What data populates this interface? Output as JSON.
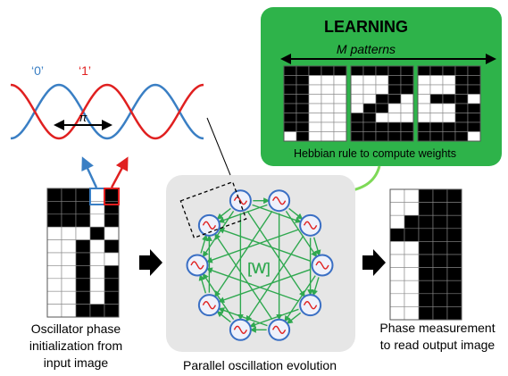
{
  "learning": {
    "title": "LEARNING",
    "patterns_label": "M patterns",
    "rule_label": "Hebbian rule to compute weights",
    "digits": [
      [
        "11111",
        "11000",
        "11000",
        "11000",
        "11000",
        "11000",
        "11000",
        "01000"
      ],
      [
        "11111",
        "00011",
        "00011",
        "00110",
        "01100",
        "11000",
        "11111",
        "11111"
      ],
      [
        "11111",
        "00011",
        "00011",
        "01110",
        "00011",
        "00011",
        "11111",
        "11110"
      ]
    ]
  },
  "waves": {
    "label_zero": "‘0’",
    "label_one": "‘1’",
    "phase_label": "π",
    "color_zero": "#3a7fc4",
    "color_one": "#e02020"
  },
  "input_image": {
    "grid": [
      "11101",
      "11101",
      "11101",
      "00010",
      "00101",
      "00100",
      "00101",
      "00101",
      "00101",
      "00111"
    ],
    "caption": [
      "Oscillator phase",
      "initialization from",
      "input image"
    ]
  },
  "network": {
    "weight_label": "[W]",
    "caption": "Parallel oscillation evolution",
    "edge_color": "#2fa84f",
    "node_count": 10
  },
  "output_image": {
    "grid": [
      "00111",
      "00111",
      "01111",
      "11111",
      "00111",
      "00111",
      "00111",
      "00111",
      "00111",
      "00111"
    ],
    "caption": [
      "Phase measurement",
      "to read output  image"
    ]
  }
}
